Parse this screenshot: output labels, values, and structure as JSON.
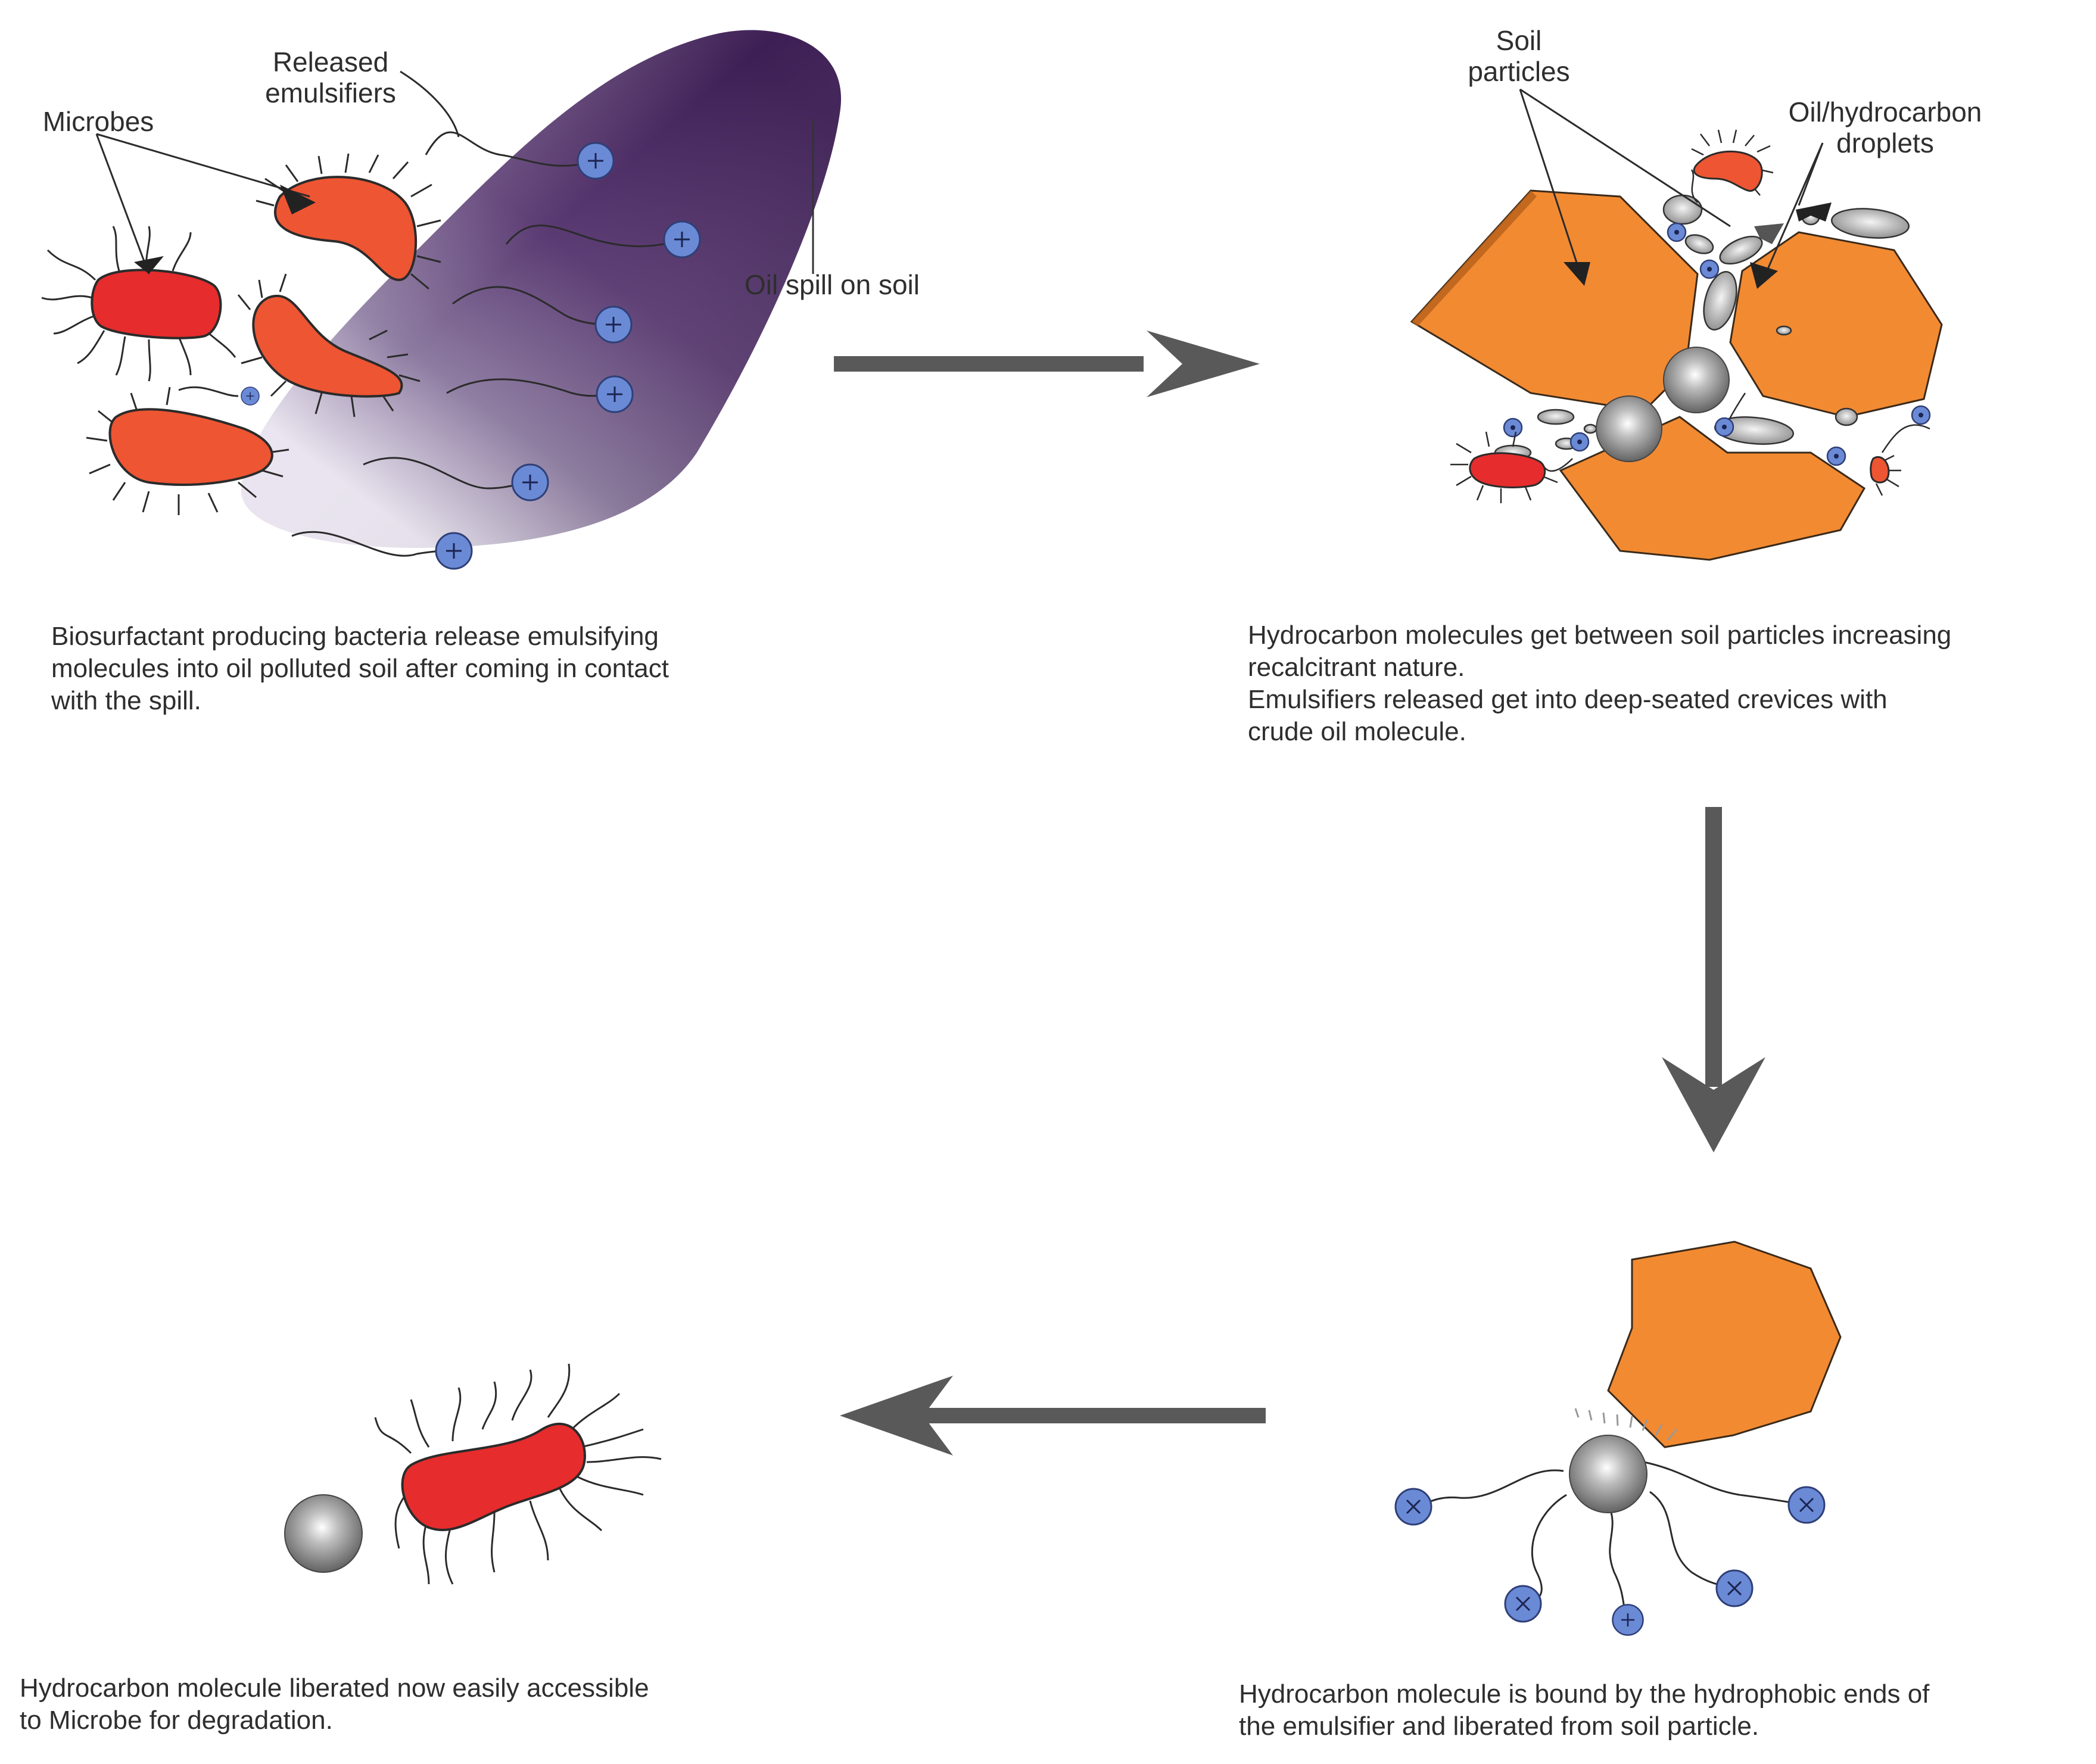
{
  "panel1": {
    "labels": {
      "microbes": "Microbes",
      "released_line1": "Released",
      "released_line2": "emulsifiers",
      "oil_spill": "Oil spill on soil"
    },
    "caption_lines": [
      "Biosurfactant producing bacteria release emulsifying",
      "molecules into oil polluted soil after coming in contact",
      "with the spill."
    ]
  },
  "panel2": {
    "labels": {
      "soil_line1": "Soil",
      "soil_line2": "particles",
      "droplets_line1": "Oil/hydrocarbon",
      "droplets_line2": "droplets"
    },
    "caption_lines": [
      "Hydrocarbon molecules get between soil particles increasing",
      "recalcitrant nature.",
      "Emulsifiers released get into deep-seated crevices with",
      "crude oil molecule."
    ]
  },
  "panel3": {
    "caption_lines": [
      "Hydrocarbon molecule is bound by the hydrophobic ends of",
      "the emulsifier and liberated from soil particle."
    ]
  },
  "panel4": {
    "caption_lines": [
      "Hydrocarbon molecule liberated now easily accessible",
      "to Microbe for degradation."
    ]
  },
  "colors": {
    "microbe_orange": "#ee5533",
    "microbe_red": "#e62c2c",
    "soil_orange": "#f28a32",
    "emulsifier_head": "#6a8ad6",
    "oil_purple": "#4b2b5e",
    "arrow_gray": "#595959",
    "droplet_gray": "#9a9a9a"
  },
  "icons": [
    "microbe-icon",
    "emulsifier-icon",
    "oil-spill-icon",
    "soil-particle-icon",
    "droplet-icon",
    "process-arrow-icon"
  ]
}
